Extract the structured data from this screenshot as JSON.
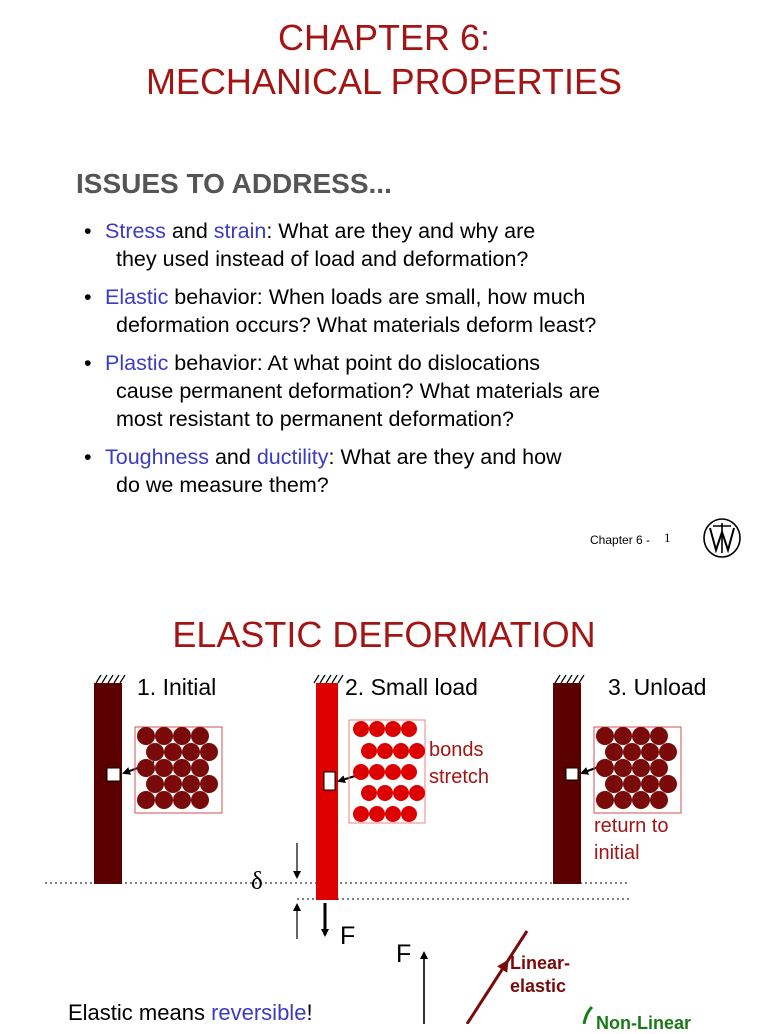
{
  "slide1": {
    "title_line1": "CHAPTER 6:",
    "title_line2": "MECHANICAL PROPERTIES",
    "issues_heading": "ISSUES TO ADDRESS...",
    "bullet_char": "•",
    "bullets": [
      {
        "t1": "Stress",
        "t2": " and ",
        "t3": "strain",
        "t4": ":  What are they and why are",
        "l2": "they used instead of load and deformation?"
      },
      {
        "t1": "Elastic",
        "t2": " behavior:  When loads are small, how much",
        "l2": "deformation occurs?  What materials deform least?"
      },
      {
        "t1": "Plastic",
        "t2": " behavior:  At what point do dislocations",
        "l2": "cause permanent deformation?  What materials are",
        "l3": "most resistant to permanent deformation?"
      },
      {
        "t1": "Toughness",
        "t2": " and ",
        "t3": "ductility",
        "t4": ":  What are they and how",
        "l2": "do we measure them?"
      }
    ],
    "footer": "Chapter 6 -",
    "page_number": "1"
  },
  "slide2": {
    "title": "ELASTIC DEFORMATION",
    "step1": "1. Initial",
    "step2": "2. Small load",
    "step3": "3. Unload",
    "bonds_line1": "bonds",
    "bonds_line2": "stretch",
    "return_line1": "return to",
    "return_line2": "initial",
    "delta": "δ",
    "force_label": "F",
    "graph_f_label": "F",
    "linear_line1": "Linear-",
    "linear_line2": "elastic",
    "nonlinear": "Non-Linear",
    "elastic_means_1": "Elastic means ",
    "elastic_means_2": "reversible",
    "elastic_means_3": "!"
  },
  "colors": {
    "title_red": "#a31515",
    "accent_blue": "#3b3bc4",
    "dark_bar": "#5a0000",
    "bright_bar": "#dd0000",
    "atom_dark": "#7a0a0a",
    "atom_bright": "#dd0000",
    "nonlinear_green": "#1a7a1a"
  }
}
